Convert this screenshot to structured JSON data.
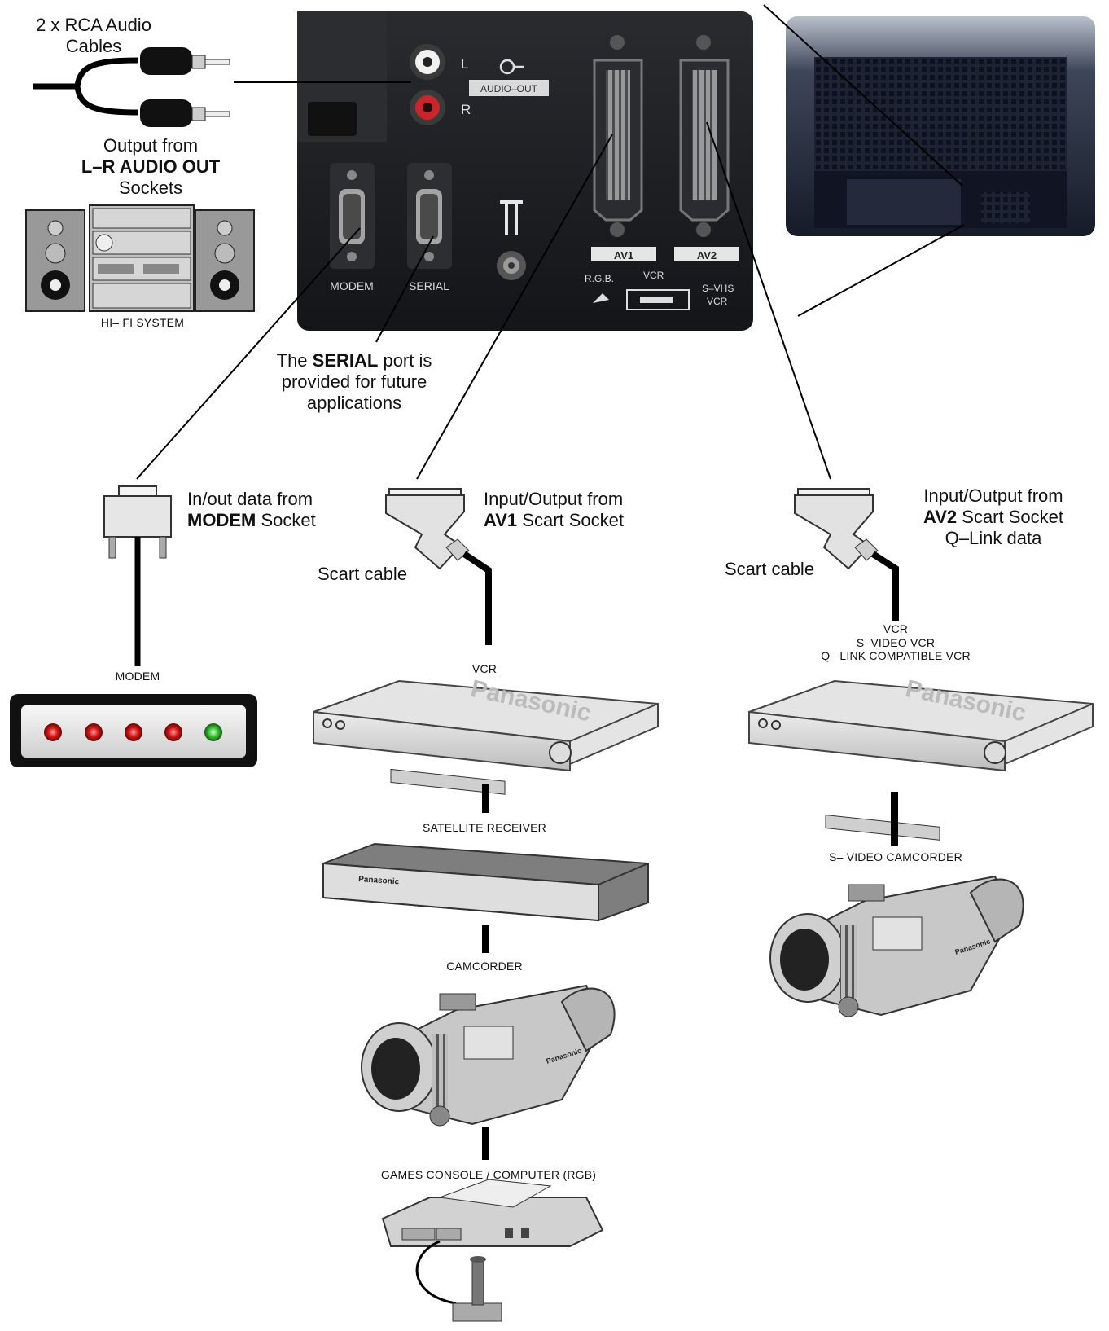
{
  "labels": {
    "rca_title": "2 x RCA Audio",
    "rca_title2": "Cables",
    "audio_out_1": "Output from",
    "audio_out_2": "L–R AUDIO OUT",
    "audio_out_3": "Sockets",
    "hifi": "HI– FI SYSTEM",
    "serial_1_a": "The ",
    "serial_1_b": "SERIAL",
    "serial_1_c": " port is",
    "serial_2": "provided for future",
    "serial_3": "applications",
    "modem_1": "In/out data from",
    "modem_2_a": "MODEM",
    "modem_2_b": " Socket",
    "av1_1": "Input/Output from",
    "av1_2_a": "AV1",
    "av1_2_b": " Scart Socket",
    "av2_1": "Input/Output from",
    "av2_2_a": "AV2",
    "av2_2_b": " Scart Socket",
    "av2_3": "Q–Link data",
    "scart_cable_1": "Scart cable",
    "scart_cable_2": "Scart cable",
    "modem_device": "MODEM",
    "vcr1": "VCR",
    "vcr2_1": "VCR",
    "vcr2_2": "S–VIDEO VCR",
    "vcr2_3": "Q– LINK COMPATIBLE VCR",
    "satellite": "SATELLITE RECEIVER",
    "camcorder": "CAMCORDER",
    "svideo_camcorder": "S– VIDEO CAMCORDER",
    "games": "GAMES CONSOLE / COMPUTER (RGB)"
  },
  "panel": {
    "l": "L",
    "r": "R",
    "audio_out": "AUDIO–OUT",
    "modem": "MODEM",
    "serial": "SERIAL",
    "av1": "AV1",
    "av2": "AV2",
    "rgb": "R.G.B.",
    "vcr": "VCR",
    "svhs_1": "S–VHS",
    "svhs_2": "VCR"
  },
  "brand": {
    "vcr": "Panasonic",
    "sat": "Panasonic",
    "cam": "Panasonic"
  },
  "colors": {
    "led_red": "#d21a1a",
    "led_green": "#3ec43a",
    "panel": "#1b1c1f",
    "rca_red": "#c8262b"
  }
}
